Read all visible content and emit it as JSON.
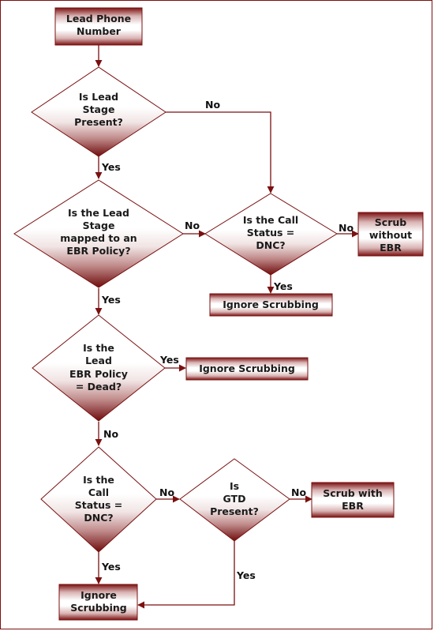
{
  "nodes": {
    "start": {
      "lines": [
        "Lead Phone",
        "Number"
      ]
    },
    "d_stage_present": {
      "lines": [
        "Is Lead",
        "Stage",
        "Present?"
      ]
    },
    "d_stage_mapped": {
      "lines": [
        "Is the Lead",
        "Stage",
        "mapped to an",
        "EBR Policy?"
      ]
    },
    "d_call_status_1": {
      "lines": [
        "Is the Call",
        "Status =",
        "DNC?"
      ]
    },
    "scrub_without_ebr": {
      "lines": [
        "Scrub",
        "without",
        "EBR"
      ]
    },
    "ignore_1": {
      "lines": [
        "Ignore Scrubbing"
      ]
    },
    "d_policy_dead": {
      "lines": [
        "Is the",
        "Lead",
        "EBR Policy",
        "= Dead?"
      ]
    },
    "ignore_2": {
      "lines": [
        "Ignore Scrubbing"
      ]
    },
    "d_call_status_2": {
      "lines": [
        "Is the",
        "Call",
        "Status =",
        "DNC?"
      ]
    },
    "d_gtd_present": {
      "lines": [
        "Is",
        "GTD",
        "Present?"
      ]
    },
    "scrub_with_ebr": {
      "lines": [
        "Scrub with",
        "EBR"
      ]
    },
    "ignore_3": {
      "lines": [
        "Ignore",
        "Scrubbing"
      ]
    }
  },
  "edges": {
    "stage_present_no": "No",
    "stage_present_yes": "Yes",
    "stage_mapped_no": "No",
    "call_status_1_no": "No",
    "call_status_1_yes": "Yes",
    "stage_mapped_yes": "Yes",
    "policy_dead_yes": "Yes",
    "policy_dead_no": "No",
    "call_status_2_no": "No",
    "gtd_no": "No",
    "call_status_2_yes": "Yes",
    "gtd_yes": "Yes"
  },
  "colors": {
    "border": "#7a1010",
    "fill_dark": "#7a1010",
    "fill_light": "#ffffff",
    "text": "#1a1a1a"
  }
}
